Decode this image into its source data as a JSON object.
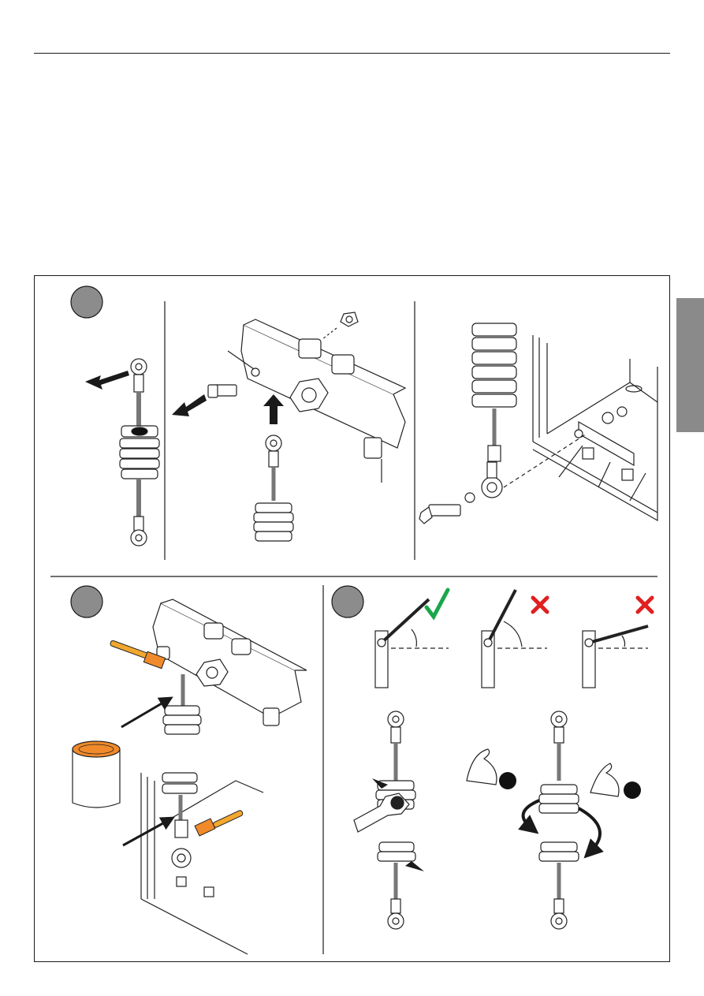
{
  "page": {
    "background": "#ffffff",
    "rule_color": "#1a1a1a",
    "side_tab_color": "#8a8a8a"
  },
  "panels": {
    "step_badge_color": "#8c8c8c",
    "steps": [
      {
        "id": "step-a",
        "badge_icon": "step-badge-icon"
      },
      {
        "id": "step-b",
        "badge_icon": "step-badge-icon"
      },
      {
        "id": "step-c",
        "badge_icon": "step-badge-icon"
      }
    ]
  },
  "indicators": {
    "correct_color": "#1aa64a",
    "wrong_color": "#e02020",
    "items": [
      {
        "name": "correct-angle",
        "icon": "checkmark-icon"
      },
      {
        "name": "too-steep-angle",
        "icon": "cross-icon"
      },
      {
        "name": "flat-angle",
        "icon": "cross-icon"
      }
    ]
  },
  "colors": {
    "paint": "#f08a2a",
    "brush_handle": "#f2a72e",
    "arrow": "#1a1a1a",
    "line": "#222222"
  }
}
